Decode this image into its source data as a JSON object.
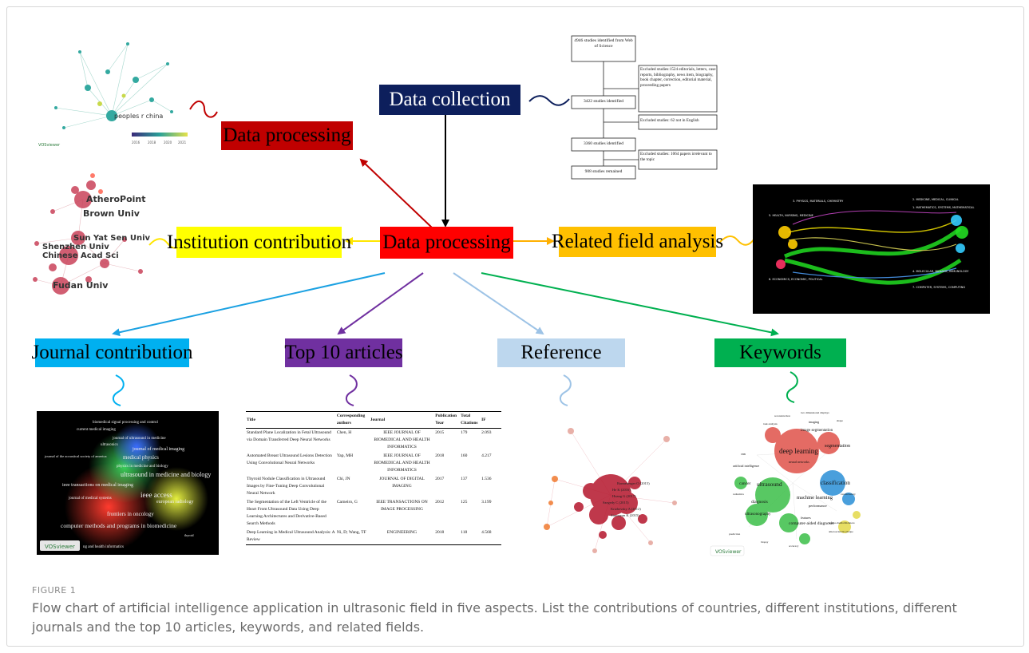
{
  "boxes": {
    "data_collection": "Data collection",
    "data_processing_top": "Data processing",
    "data_processing_center": "Data processing",
    "institution": "Institution contribution",
    "related_field": "Related field analysis",
    "journal": "Journal contribution",
    "top10": "Top 10 articles",
    "reference": "Reference",
    "keywords": "Keywords"
  },
  "colors": {
    "navy": "#0d1f5c",
    "red": "#e00000",
    "yellow": "#ffff00",
    "orange": "#ffc000",
    "sky": "#00b0f0",
    "purple": "#7030a0",
    "lightblue": "#bdd7ee",
    "green": "#00b050",
    "darkred": "#c00000"
  },
  "flowchart": {
    "s1": "4946 studies identified from Web of Science",
    "e1": "Excluded studies:1524 editorials, letters, case reports, bibliography, news item, biography, book chapter, correction, editorial material, proceeding papers",
    "s2": "3422 studies identified",
    "e2": "Excluded studies: 62 not in English",
    "s3": "3360 studies identified",
    "e3": "Excluded studies: 1064 papers irrelevant to the topic",
    "s4": "908 studies remained"
  },
  "country_map": {
    "label": "peoples r china",
    "badge": "VOSviewer",
    "scale": [
      "2016",
      "2018",
      "2020",
      "2021"
    ]
  },
  "institution_map": {
    "labels": [
      "AtheroPoint",
      "Brown Univ",
      "Sun Yat Sen Univ",
      "Shenzhen Univ",
      "Chinese Acad Sci",
      "Fudan Univ"
    ]
  },
  "journal_map": {
    "labels": [
      "biomedical signal processing and control",
      "current medical imaging",
      "journal of ultrasound in medicine",
      "ultrasonics",
      "journal of medical imaging",
      "journal of the acoustical society of america",
      "medical physics",
      "physics in medicine and biology",
      "ultrasound in medicine and biology",
      "ieee transactions on medical imaging",
      "ieee access",
      "journal of medical systems",
      "european radiology",
      "frontiers in oncology",
      "computer methods and programs in biomedicine",
      "thyroid",
      "ng and health informatics"
    ],
    "badge": "VOSviewer"
  },
  "articles_table": {
    "headers": [
      "Title",
      "Corresponding authors",
      "Journal",
      "Publication Year",
      "Total Citations",
      "IF"
    ],
    "rows": [
      {
        "title": "Standard Plane Localization in Fetal Ultrasound via Domain Transferred Deep Neural Networks",
        "author": "Chen, H",
        "journal": "IEEE JOURNAL OF BIOMEDICAL AND HEALTH INFORMATICS",
        "year": "2015",
        "cites": "179",
        "if": "2.093"
      },
      {
        "title": "Automated Breast Ultrasound Lesions Detection Using Convolutional Neural Networks",
        "author": "Yap, MH",
        "journal": "IEEE JOURNAL OF BIOMEDICAL AND HEALTH INFORMATICS",
        "year": "2018",
        "cites": "160",
        "if": "4.217"
      },
      {
        "title": "Thyroid Nodule Classification in Ultrasound Images by Fine-Tuning Deep Convolutional Neural Network",
        "author": "Chi, JN",
        "journal": "JOURNAL OF DIGITAL IMAGING",
        "year": "2017",
        "cites": "137",
        "if": "1.536"
      },
      {
        "title": "The Segmentation of the Left Ventricle of the Heart From Ultrasound Data Using Deep Learning Architectures and Derivative-Based Search Methods",
        "author": "Carneiro, G",
        "journal": "IEEE TRANSACTIONS ON IMAGE PROCESSING",
        "year": "2012",
        "cites": "125",
        "if": "3.199"
      },
      {
        "title": "Deep Learning in Medical Ultrasound Analysis: A Review",
        "author": "Ni, D; Wang, TF",
        "journal": "ENGINEERING",
        "year": "2018",
        "cites": "118",
        "if": "4.568"
      }
    ]
  },
  "reference_map": {
    "labels": [
      "Ronneberger O (2015)",
      "He K (2016)",
      "Huang G (2017)",
      "Szegedy C (2015)",
      "Krizhevsky A (2012)",
      "Simonyan K (2015)"
    ]
  },
  "keyword_map": {
    "labels": [
      "deep learning",
      "segmentation",
      "ultrasound",
      "classification",
      "machine learning",
      "cancer",
      "diagnosis",
      "computer-aided diagnosis",
      "ultrasonography",
      "performance",
      "artificial intelligence",
      "features",
      "image segmentation",
      "neural networks",
      "reconstruction",
      "two dimensional displays",
      "shape",
      "task analysis",
      "imaging",
      "intima-media thickness",
      "atherosclerotic plaque",
      "carotid artery",
      "prediction",
      "biopsy",
      "accuracy",
      "radiomics",
      "cnn"
    ],
    "badge": "VOSviewer"
  },
  "related_map": {
    "labels": [
      "3. PHYSICS, MATERIALS, CHEMISTRY",
      "5. HEALTH, NURSING, MEDICINE",
      "6. ECONOMICS, ECONOMIC, POLITICAL",
      "2. MEDICINE, MEDICAL, CLINICAL",
      "1. MATHEMATICS, SYSTEMS, MATHEMATICAL",
      "4. MOLECULAR, BIOLOGY, IMMUNOLOGY",
      "7. COMPUTER, SYSTEMS, COMPUTING"
    ]
  },
  "caption": {
    "label": "FIGURE 1",
    "text": "Flow chart of artificial intelligence application in ultrasonic field in five aspects. List the contributions of countries, different institutions, different journals and the top 10 articles, keywords, and related fields."
  }
}
